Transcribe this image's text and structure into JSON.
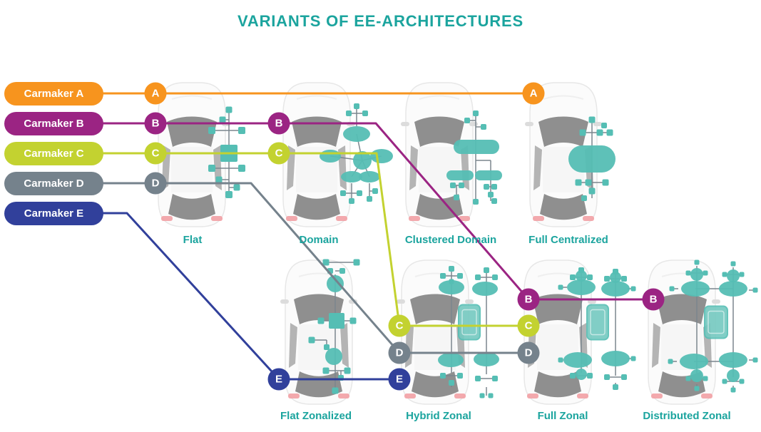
{
  "title": "VARIANTS OF EE-ARCHITECTURES",
  "colors": {
    "teal_text": "#1ba49e",
    "network_teal": "#55beb4",
    "network_wire": "#7b868e"
  },
  "legend": {
    "carmakers": [
      {
        "id": "A",
        "label": "Carmaker A",
        "color": "#f7941e"
      },
      {
        "id": "B",
        "label": "Carmaker B",
        "color": "#9b2483"
      },
      {
        "id": "C",
        "label": "Carmaker C",
        "color": "#c3d230"
      },
      {
        "id": "D",
        "label": "Carmaker D",
        "color": "#75828c"
      },
      {
        "id": "E",
        "label": "Carmaker E",
        "color": "#31409b"
      }
    ]
  },
  "architectures": [
    {
      "id": "flat",
      "label": "Flat",
      "row": "top"
    },
    {
      "id": "domain",
      "label": "Domain",
      "row": "top"
    },
    {
      "id": "clustered-domain",
      "label": "Clustered Domain",
      "row": "top"
    },
    {
      "id": "full-centralized",
      "label": "Full Centralized",
      "row": "top"
    },
    {
      "id": "flat-zonalized",
      "label": "Flat Zonalized",
      "row": "bottom"
    },
    {
      "id": "hybrid-zonal",
      "label": "Hybrid Zonal",
      "row": "bottom"
    },
    {
      "id": "full-zonal",
      "label": "Full Zonal",
      "row": "bottom"
    },
    {
      "id": "distributed-zonal",
      "label": "Distributed Zonal",
      "row": "bottom"
    }
  ],
  "connections": [
    {
      "carmaker": "A",
      "badges": [
        "flat",
        "full-centralized"
      ]
    },
    {
      "carmaker": "B",
      "badges": [
        "flat",
        "domain",
        "full-zonal",
        "distributed-zonal"
      ]
    },
    {
      "carmaker": "C",
      "badges": [
        "flat",
        "domain",
        "hybrid-zonal",
        "full-zonal"
      ]
    },
    {
      "carmaker": "D",
      "badges": [
        "flat",
        "hybrid-zonal",
        "full-zonal"
      ]
    },
    {
      "carmaker": "E",
      "badges": [
        "flat-zonalized",
        "hybrid-zonal"
      ]
    }
  ]
}
